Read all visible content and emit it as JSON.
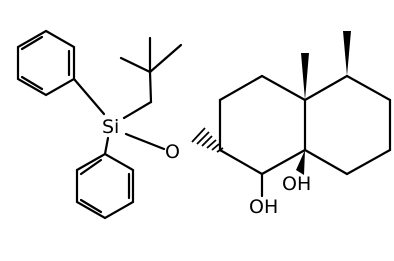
{
  "structure": {
    "atoms": {
      "silicon": "Si",
      "ether_oxygen": "O",
      "hydroxyl_lower": "OH",
      "hydroxyl_ring_junction": "OH"
    }
  },
  "colors": {
    "bond": "#000000",
    "label": "#000000",
    "background": "#ffffff"
  }
}
